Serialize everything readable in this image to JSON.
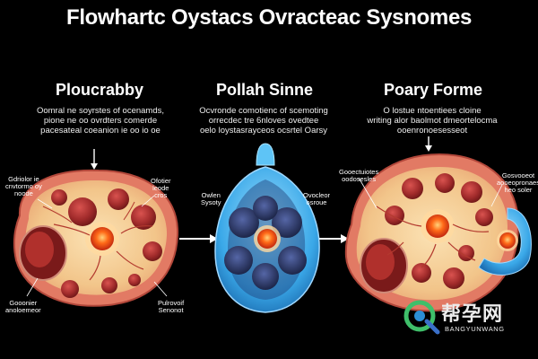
{
  "title": "Flowhartc Oystacs Ovracteac Sysnomes",
  "stages": [
    {
      "title": "Ploucrabby",
      "description": [
        "Oomral ne soyrstes of ocenamds,",
        "pione ne oo ovrdters comerde",
        "pacesateal coeanion ie oo io oe"
      ],
      "labels": {
        "top_left": [
          "Gdriolor ie",
          "cnvtormo oy",
          "noode"
        ],
        "top_right": [
          "Ofotier",
          "leode",
          "cros"
        ],
        "bottom_left": [
          "Gooonier",
          "anoloemeor"
        ],
        "bottom_right": [
          "Pulrovoif",
          "Senonot"
        ]
      }
    },
    {
      "title": "Pollah Sinne",
      "description": [
        "Ocvronde comotienc of scemoting",
        "orrecdec tre 6nloves ovedtee",
        "oelo loystasrayceos ocsrtel Oarsy"
      ],
      "labels": {
        "left": [
          "Owlen",
          "Sysoty"
        ],
        "right": [
          "Ovocleor",
          "osroue"
        ]
      }
    },
    {
      "title": "Poary Forme",
      "description": [
        "O lostue ntoentiees cloine",
        "writing alor baolmot dmeortelocma",
        "ooenronoesesseot"
      ],
      "labels": {
        "top_left": [
          "Gooectuiotes",
          "oodosesles"
        ],
        "top_right": [
          "Gosvooeot",
          "aooeopronaes",
          "heo soler"
        ]
      }
    }
  ],
  "watermark": {
    "text": "帮孕网",
    "subtext": "BANGYUNWANG"
  },
  "colors": {
    "background": "#000000",
    "tissue": "#f2c58a",
    "rim": "#e0736a",
    "follicle": "#9e2a2a",
    "core": "#ff5a14",
    "cyst_blue": "#38a6e6",
    "cyst_dark": "#23315e"
  }
}
